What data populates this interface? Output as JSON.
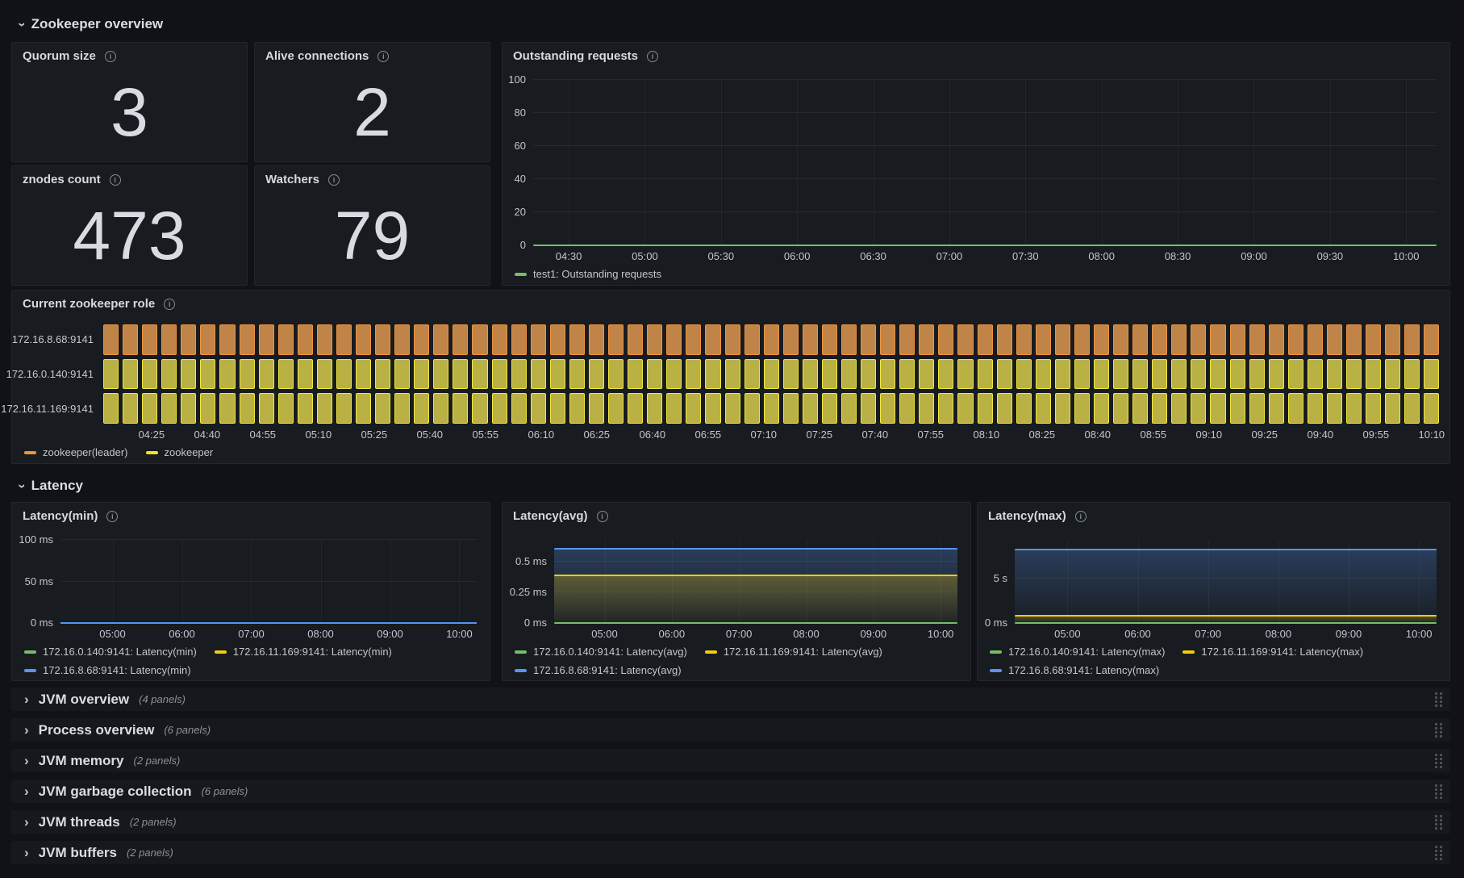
{
  "colors": {
    "page_bg": "#111217",
    "panel_bg": "#181b1f",
    "panel_border": "#24262c",
    "green": "#73bf69",
    "yellow": "#f2cc0c",
    "blue": "#5794f2",
    "orange": "#ff9830",
    "role_yellow": "#fade2a"
  },
  "sections": {
    "overview": {
      "title": "Zookeeper overview"
    },
    "latency": {
      "title": "Latency"
    },
    "collapsed": [
      {
        "title": "JVM overview",
        "count": "(4 panels)"
      },
      {
        "title": "Process overview",
        "count": "(6 panels)"
      },
      {
        "title": "JVM memory",
        "count": "(2 panels)"
      },
      {
        "title": "JVM garbage collection",
        "count": "(6 panels)"
      },
      {
        "title": "JVM threads",
        "count": "(2 panels)"
      },
      {
        "title": "JVM buffers",
        "count": "(2 panels)"
      }
    ]
  },
  "stats": [
    {
      "title": "Quorum size",
      "value": "3"
    },
    {
      "title": "Alive connections",
      "value": "2"
    },
    {
      "title": "znodes count",
      "value": "473"
    },
    {
      "title": "Watchers",
      "value": "79"
    }
  ],
  "chart_data": [
    {
      "id": "outstanding",
      "type": "line",
      "title": "Outstanding requests",
      "y_min": 0,
      "y_max": 100,
      "y_ticks": [
        {
          "value": 0,
          "label": "0"
        },
        {
          "value": 20,
          "label": "20"
        },
        {
          "value": 40,
          "label": "40"
        },
        {
          "value": 60,
          "label": "60"
        },
        {
          "value": 80,
          "label": "80"
        },
        {
          "value": 100,
          "label": "100"
        }
      ],
      "x_start": "04:16",
      "x_end": "10:12",
      "x_ticks": [
        "04:30",
        "05:00",
        "05:30",
        "06:00",
        "06:30",
        "07:00",
        "07:30",
        "08:00",
        "08:30",
        "09:00",
        "09:30",
        "10:00"
      ],
      "series": [
        {
          "name": "test1: Outstanding requests",
          "color": "#73bf69",
          "value": 0,
          "fill": false
        }
      ],
      "legend": [
        {
          "label": "test1: Outstanding requests",
          "color": "#73bf69"
        }
      ],
      "layout": {
        "gutter": 30,
        "grid": true,
        "legend_position": "bottom"
      }
    },
    {
      "id": "role",
      "type": "state-timeline",
      "title": "Current zookeeper role",
      "x_start": "04:12",
      "x_end": "10:12",
      "x_ticks": [
        "04:25",
        "04:40",
        "04:55",
        "05:10",
        "05:25",
        "05:40",
        "05:55",
        "06:10",
        "06:25",
        "06:40",
        "06:55",
        "07:10",
        "07:25",
        "07:40",
        "07:55",
        "08:10",
        "08:25",
        "08:40",
        "08:55",
        "09:10",
        "09:25",
        "09:40",
        "09:55",
        "10:10"
      ],
      "bar_count": 69,
      "rows": [
        {
          "label": "172.16.8.68:9141",
          "state": "zookeeper(leader)",
          "fill": "#c08448",
          "border": "#f0923e"
        },
        {
          "label": "172.16.0.140:9141",
          "state": "zookeeper",
          "fill": "#bab144",
          "border": "#f2e63c"
        },
        {
          "label": "172.16.11.169:9141",
          "state": "zookeeper",
          "fill": "#bab144",
          "border": "#f2e63c"
        }
      ],
      "legend": [
        {
          "label": "zookeeper(leader)",
          "color": "#f0923e"
        },
        {
          "label": "zookeeper",
          "color": "#f7de2a"
        }
      ],
      "layout": {
        "label_w": 105,
        "legend_position": "bottom"
      }
    },
    {
      "id": "lat_min",
      "type": "line",
      "title": "Latency(min)",
      "y_min": 0,
      "y_max": 100,
      "y_ticks": [
        {
          "value": 0,
          "label": "0 ms"
        },
        {
          "value": 50,
          "label": "50 ms"
        },
        {
          "value": 100,
          "label": "100 ms"
        }
      ],
      "x_start": "04:15",
      "x_end": "10:15",
      "x_ticks": [
        "05:00",
        "06:00",
        "07:00",
        "08:00",
        "09:00",
        "10:00"
      ],
      "series": [
        {
          "name": "172.16.0.140:9141: Latency(min)",
          "color": "#73bf69",
          "value": 0,
          "fill": false
        },
        {
          "name": "172.16.11.169:9141: Latency(min)",
          "color": "#f2cc0c",
          "value": 0,
          "fill": false
        },
        {
          "name": "172.16.8.68:9141: Latency(min)",
          "color": "#5794f2",
          "value": 0,
          "fill": false
        }
      ],
      "legend": [
        {
          "label": "172.16.0.140:9141: Latency(min)",
          "color": "#73bf69"
        },
        {
          "label": "172.16.11.169:9141: Latency(min)",
          "color": "#f2cc0c"
        },
        {
          "label": "172.16.8.68:9141: Latency(min)",
          "color": "#5794f2"
        }
      ],
      "layout": {
        "gutter": 52,
        "grid": true,
        "legend_position": "bottom"
      }
    },
    {
      "id": "lat_avg",
      "type": "line",
      "title": "Latency(avg)",
      "unit": "ms",
      "y_min": 0,
      "y_max": 0.68,
      "y_ticks": [
        {
          "value": 0,
          "label": "0 ms"
        },
        {
          "value": 0.25,
          "label": "0.25 ms"
        },
        {
          "value": 0.5,
          "label": "0.5 ms"
        }
      ],
      "x_start": "04:15",
      "x_end": "10:15",
      "x_ticks": [
        "05:00",
        "06:00",
        "07:00",
        "08:00",
        "09:00",
        "10:00"
      ],
      "series": [
        {
          "name": "172.16.8.68:9141: Latency(avg)",
          "color": "#5794f2",
          "value": 0.61,
          "fill": true
        },
        {
          "name": "172.16.11.169:9141: Latency(avg)",
          "color": "#f2cc0c",
          "value": 0.39,
          "fill": true
        },
        {
          "name": "172.16.0.140:9141: Latency(avg)",
          "color": "#73bf69",
          "value": 0,
          "fill": true
        }
      ],
      "legend": [
        {
          "label": "172.16.0.140:9141: Latency(avg)",
          "color": "#73bf69"
        },
        {
          "label": "172.16.11.169:9141: Latency(avg)",
          "color": "#f2cc0c"
        },
        {
          "label": "172.16.8.68:9141: Latency(avg)",
          "color": "#5794f2"
        }
      ],
      "layout": {
        "gutter": 56,
        "grid": true,
        "legend_position": "bottom"
      }
    },
    {
      "id": "lat_max",
      "type": "line",
      "title": "Latency(max)",
      "unit": "s",
      "y_min": 0,
      "y_max": 9.3,
      "y_ticks": [
        {
          "value": 0,
          "label": "0 ms"
        },
        {
          "value": 5,
          "label": "5 s"
        }
      ],
      "x_start": "04:15",
      "x_end": "10:15",
      "x_ticks": [
        "05:00",
        "06:00",
        "07:00",
        "08:00",
        "09:00",
        "10:00"
      ],
      "series": [
        {
          "name": "172.16.8.68:9141: Latency(max)",
          "color": "#5794f2",
          "value": 8.2,
          "fill": true
        },
        {
          "name": "172.16.11.169:9141: Latency(max)",
          "color": "#f2cc0c",
          "value": 0.85,
          "fill": true
        },
        {
          "name": "172.16.0.140:9141: Latency(max)",
          "color": "#73bf69",
          "value": 0,
          "fill": false
        }
      ],
      "legend": [
        {
          "label": "172.16.0.140:9141: Latency(max)",
          "color": "#73bf69"
        },
        {
          "label": "172.16.11.169:9141: Latency(max)",
          "color": "#f2cc0c"
        },
        {
          "label": "172.16.8.68:9141: Latency(max)",
          "color": "#5794f2"
        }
      ],
      "layout": {
        "gutter": 38,
        "grid": true,
        "legend_position": "bottom"
      }
    }
  ]
}
